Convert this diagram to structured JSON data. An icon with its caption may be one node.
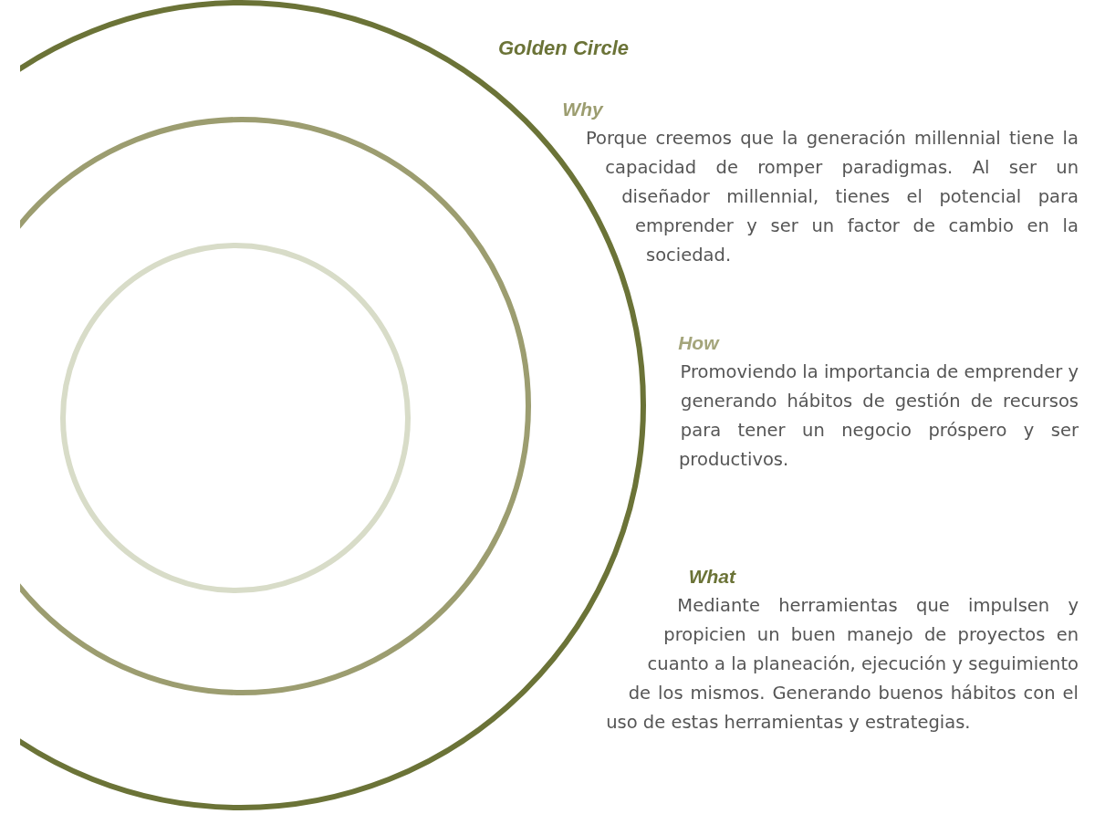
{
  "diagram": {
    "title": "Golden Circle",
    "nodes": [
      {
        "text": [],
        "shape": "circle"
      },
      {
        "text": [],
        "shape": "circle",
        "in": 0
      },
      {
        "text": [],
        "shape": "circle",
        "in": 1
      }
    ],
    "labels": [
      "Why",
      "Porque creemos que la generación millennial tiene la capacidad de romper paradigmas. Al ser un diseñador millennial, tienes el potencial para emprender y ser un factor de cambio en la sociedad.",
      "How",
      "Promoviendo la importancia de emprender y generando hábitos de gestión de recursos para tener un negocio próspero y ser productivos.",
      "What",
      "Mediante herramientas que impulsen y propicien un buen manejo de proyectos en cuanto a la planeación, ejecución y seguimiento de los mismos. Generando buenos hábitos con el uso de estas herramientas y estrategias."
    ]
  }
}
